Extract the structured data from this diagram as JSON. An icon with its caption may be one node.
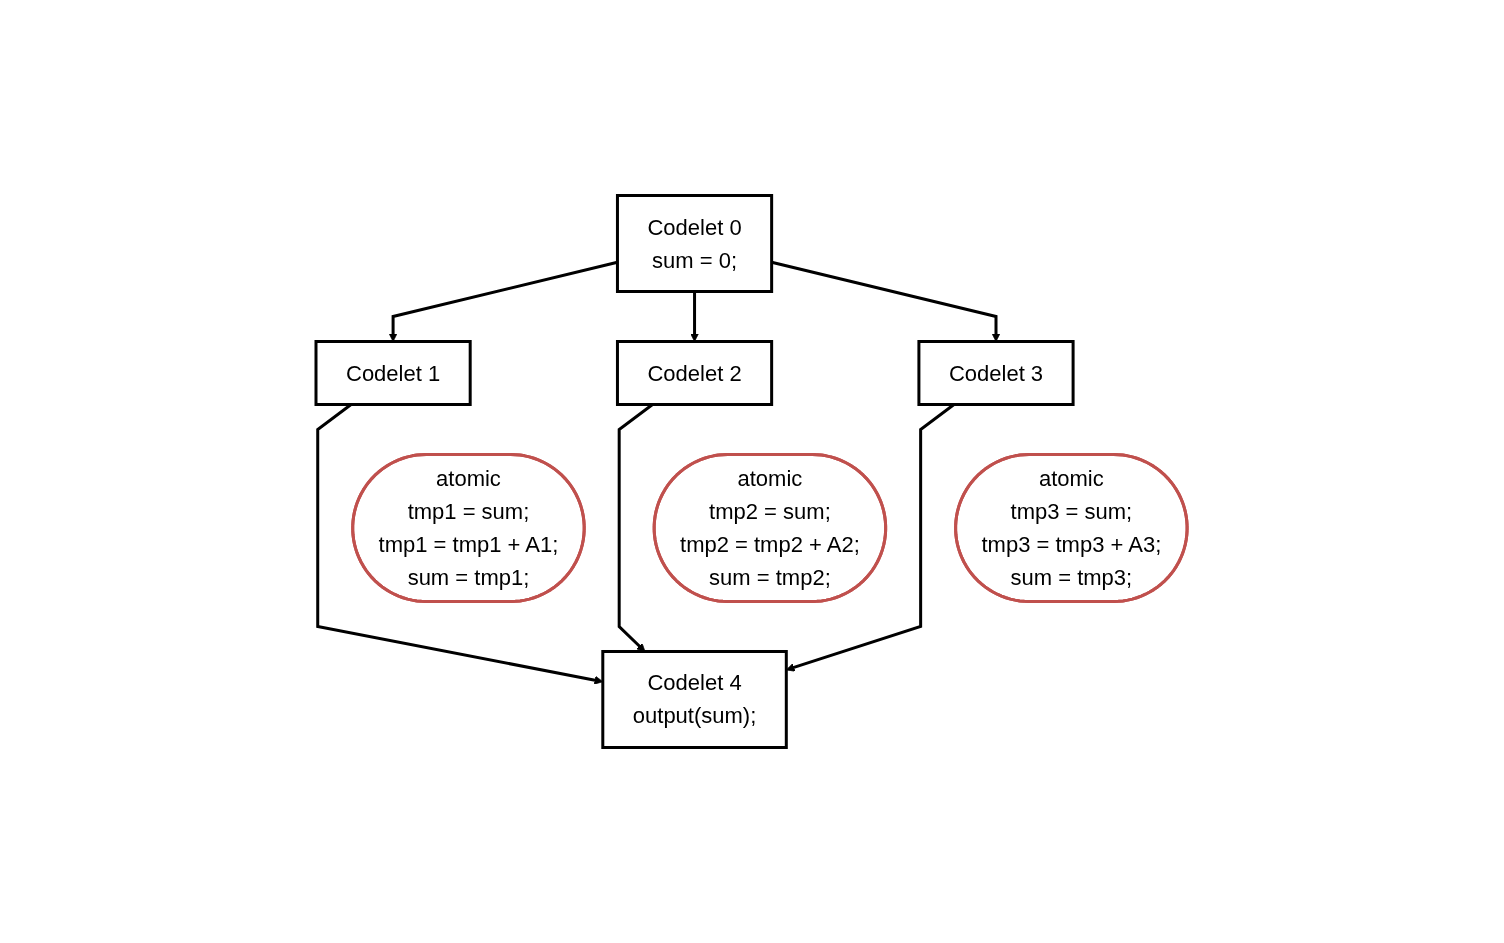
{
  "diagram": {
    "nodes": [
      {
        "text": [
          "Codelet 0",
          "sum = 0;"
        ]
      },
      {
        "text": [
          "Codelet 1"
        ]
      },
      {
        "text": [
          "atomic",
          "tmp1 = sum;",
          "tmp1 = tmp1 + A1;",
          "sum = tmp1;"
        ]
      },
      {
        "text": [
          "Codelet 2"
        ]
      },
      {
        "text": [
          "atomic",
          "tmp2 = sum;",
          "tmp2 = tmp2 + A2;",
          "sum = tmp2;"
        ]
      },
      {
        "text": [
          "Codelet 3"
        ]
      },
      {
        "text": [
          "atomic",
          "tmp3 = sum;",
          "tmp3 = tmp3 + A3;",
          "sum = tmp3;"
        ]
      },
      {
        "text": [
          "Codelet 4",
          "output(sum);"
        ]
      }
    ],
    "edges": [
      {
        "from": 0,
        "to": 1,
        "arrow": "to"
      },
      {
        "from": 0,
        "to": 3,
        "arrow": "to"
      },
      {
        "from": 0,
        "to": 5,
        "arrow": "to"
      },
      {
        "from": 1,
        "to": 7,
        "arrow": "to"
      },
      {
        "from": 3,
        "to": 7,
        "arrow": "to"
      },
      {
        "from": 5,
        "to": 7,
        "arrow": "to"
      }
    ]
  }
}
